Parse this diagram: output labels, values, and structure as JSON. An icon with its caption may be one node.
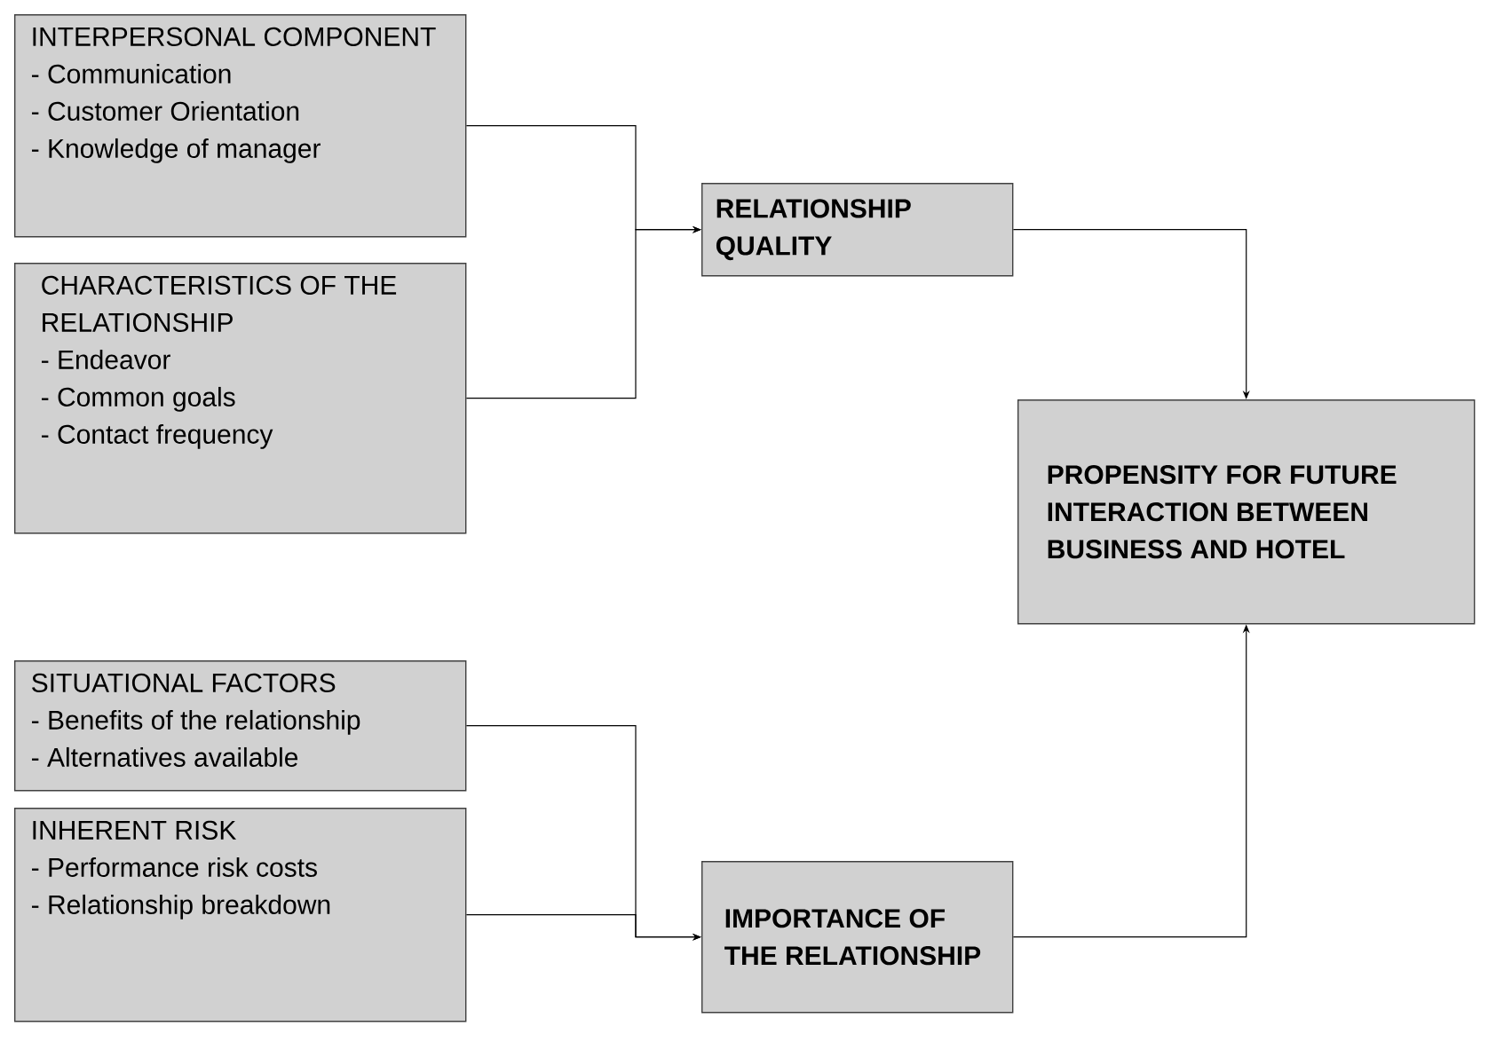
{
  "diagram": {
    "nodes": [
      {
        "text": [
          "INTERPERSONAL COMPONENT",
          "- Communication",
          "- Customer Orientation",
          "- Knowledge of manager"
        ]
      },
      {
        "text": [
          "CHARACTERISTICS OF THE RELATIONSHIP",
          "- Endeavor",
          "- Common goals",
          "- Contact frequency"
        ]
      },
      {
        "text": [
          "RELATIONSHIP QUALITY"
        ]
      },
      {
        "text": [
          "PROPENSITY FOR FUTURE INTERACTION BETWEEN BUSINESS AND HOTEL"
        ]
      },
      {
        "text": [
          "SITUATIONAL FACTORS",
          "- Benefits of the relationship",
          "- Alternatives available"
        ]
      },
      {
        "text": [
          "INHERENT RISK",
          "- Performance risk costs",
          "- Relationship breakdown"
        ]
      },
      {
        "text": [
          "IMPORTANCE OF THE RELATIONSHIP"
        ]
      }
    ],
    "edges": [
      {
        "from": 0,
        "to": 2,
        "arrow": "to"
      },
      {
        "from": 1,
        "to": 2,
        "arrow": "to"
      },
      {
        "from": 2,
        "to": 3,
        "arrow": "to"
      },
      {
        "from": 4,
        "to": 6,
        "arrow": "to"
      },
      {
        "from": 5,
        "to": 6,
        "arrow": "to"
      },
      {
        "from": 6,
        "to": 3,
        "arrow": "to"
      }
    ]
  }
}
